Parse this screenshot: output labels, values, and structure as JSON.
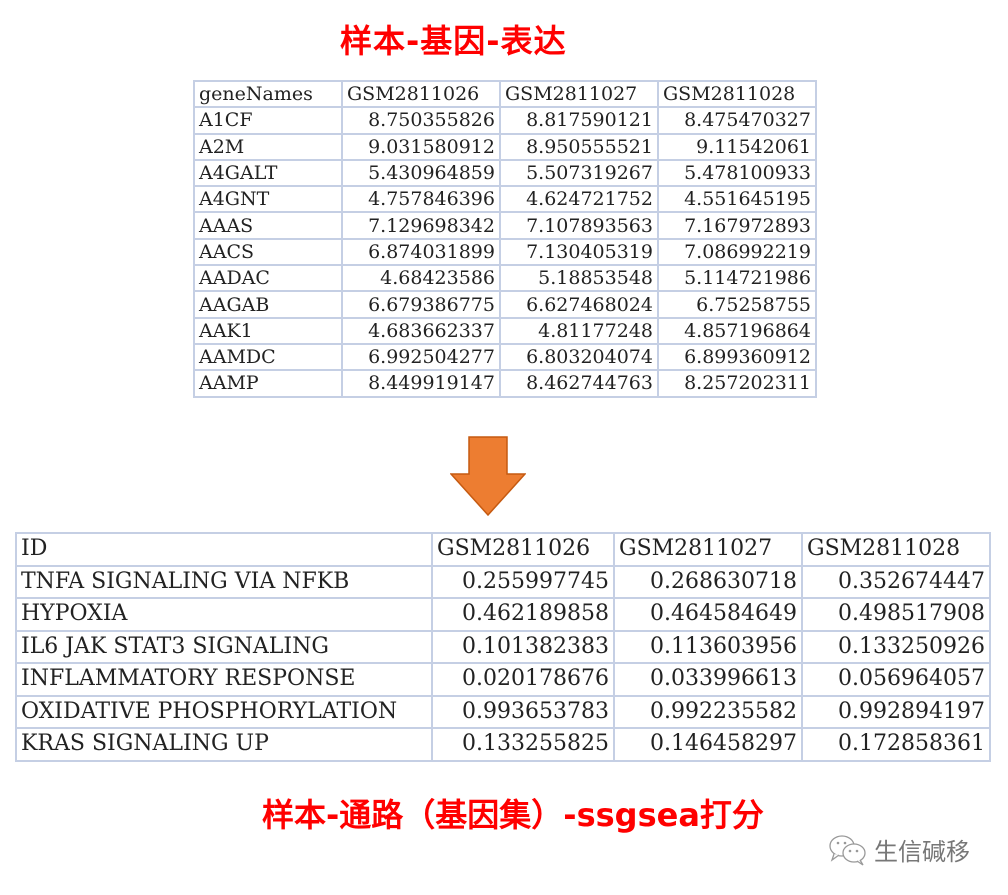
{
  "titles": {
    "top": "样本-基因-表达",
    "bottom": "样本-通路（基因集）-ssgsea打分"
  },
  "expression_table": {
    "headers": [
      "geneNames",
      "GSM2811026",
      "GSM2811027",
      "GSM2811028"
    ],
    "rows": [
      [
        "A1CF",
        "8.750355826",
        "8.817590121",
        "8.475470327"
      ],
      [
        "A2M",
        "9.031580912",
        "8.950555521",
        "9.11542061"
      ],
      [
        "A4GALT",
        "5.430964859",
        "5.507319267",
        "5.478100933"
      ],
      [
        "A4GNT",
        "4.757846396",
        "4.624721752",
        "4.551645195"
      ],
      [
        "AAAS",
        "7.129698342",
        "7.107893563",
        "7.167972893"
      ],
      [
        "AACS",
        "6.874031899",
        "7.130405319",
        "7.086992219"
      ],
      [
        "AADAC",
        "4.68423586",
        "5.18853548",
        "5.114721986"
      ],
      [
        "AAGAB",
        "6.679386775",
        "6.627468024",
        "6.75258755"
      ],
      [
        "AAK1",
        "4.683662337",
        "4.81177248",
        "4.857196864"
      ],
      [
        "AAMDC",
        "6.992504277",
        "6.803204074",
        "6.899360912"
      ],
      [
        "AAMP",
        "8.449919147",
        "8.462744763",
        "8.257202311"
      ]
    ]
  },
  "arrow": {
    "icon": "down-arrow-icon",
    "color": "#ed7d31",
    "border": "#c55a11"
  },
  "score_table": {
    "headers": [
      "ID",
      "GSM2811026",
      "GSM2811027",
      "GSM2811028"
    ],
    "rows": [
      [
        "TNFA SIGNALING VIA NFKB",
        "0.255997745",
        "0.268630718",
        "0.352674447"
      ],
      [
        "HYPOXIA",
        "0.462189858",
        "0.464584649",
        "0.498517908"
      ],
      [
        "IL6 JAK STAT3 SIGNALING",
        "0.101382383",
        "0.113603956",
        "0.133250926"
      ],
      [
        "INFLAMMATORY RESPONSE",
        "0.020178676",
        "0.033996613",
        "0.056964057"
      ],
      [
        "OXIDATIVE PHOSPHORYLATION",
        "0.993653783",
        "0.992235582",
        "0.992894197"
      ],
      [
        "KRAS SIGNALING UP",
        "0.133255825",
        "0.146458297",
        "0.172858361"
      ]
    ]
  },
  "watermark": {
    "icon": "wechat-icon",
    "text": "生信碱移"
  },
  "colors": {
    "title": "#ff0000",
    "grid": "#c5cfe4",
    "arrow": "#ed7d31"
  }
}
